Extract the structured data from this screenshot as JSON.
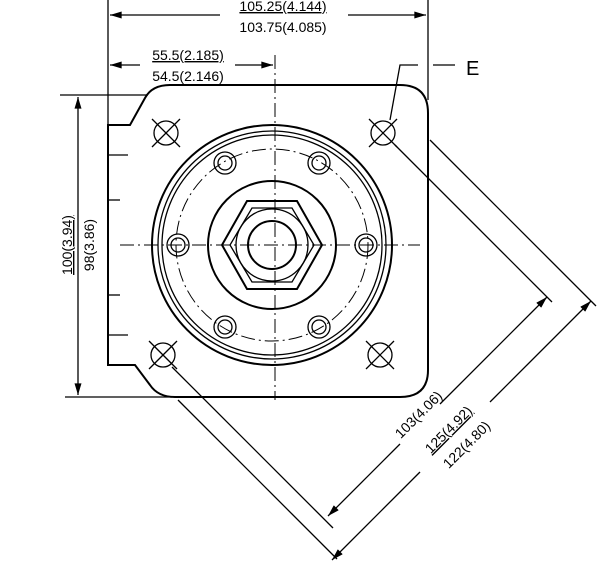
{
  "drawing": {
    "dim_overall_width_max": "105.25(4.144)",
    "dim_overall_width_min": "103.75(4.085)",
    "dim_center_offset_max": "55.5(2.185)",
    "dim_center_offset_min": "54.5(2.146)",
    "dim_height_max": "100(3.94)",
    "dim_height_min": "98(3.86)",
    "dim_hole_diag": "103(4.06)",
    "dim_diag_max": "125(4.92)",
    "dim_diag_min": "122(4.80)",
    "label_e": "E"
  }
}
